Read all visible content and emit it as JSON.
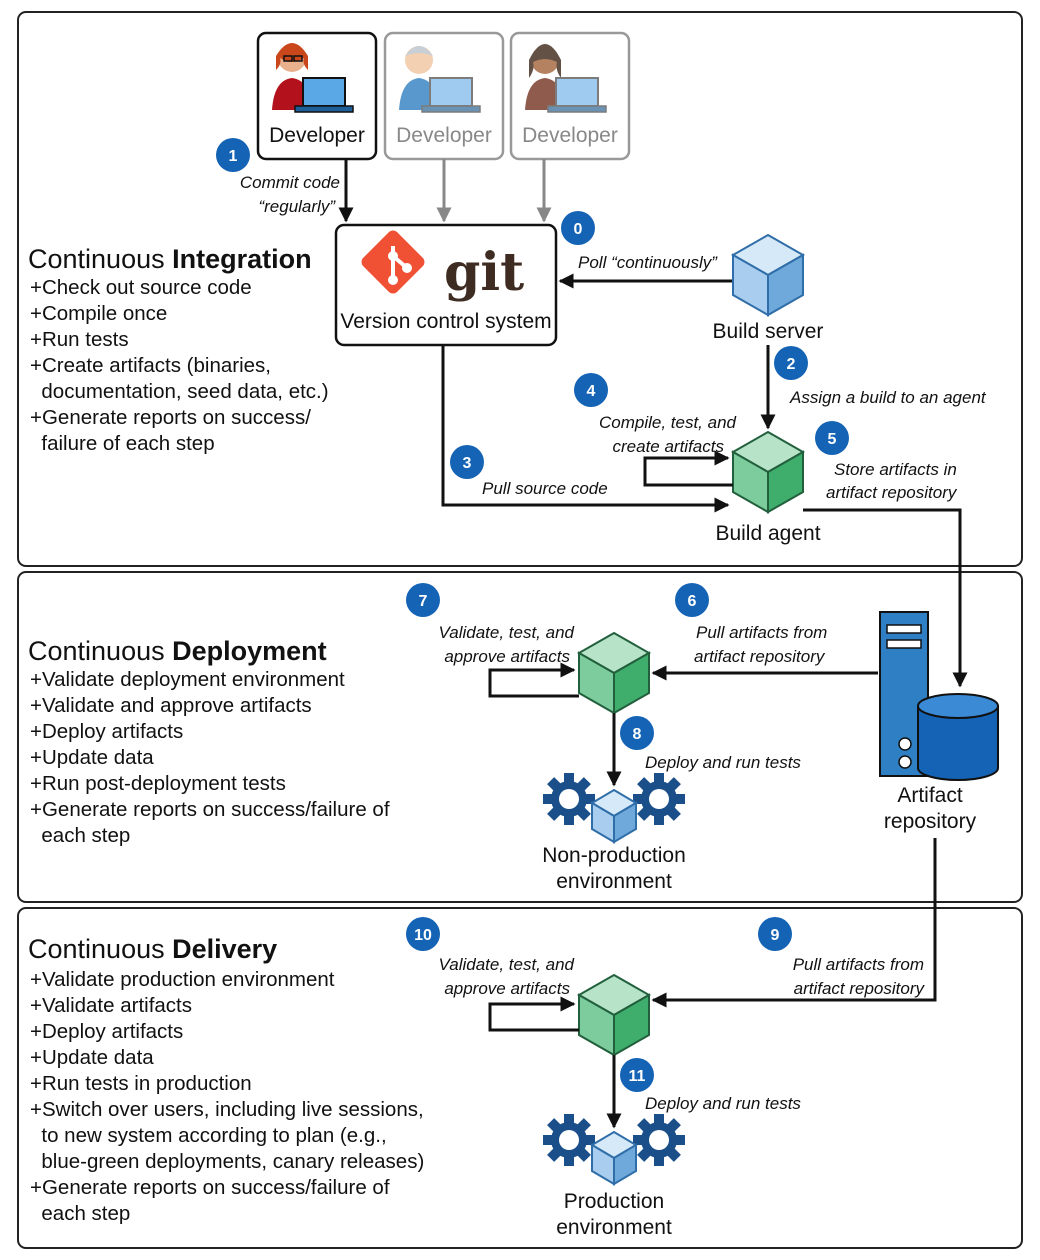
{
  "developers": [
    {
      "label": "Developer"
    },
    {
      "label": "Developer"
    },
    {
      "label": "Developer"
    }
  ],
  "vcs": {
    "logo_text": "git",
    "label": "Version control system"
  },
  "build_server": {
    "label": "Build server"
  },
  "build_agent": {
    "label": "Build agent"
  },
  "artifact_repo": {
    "line1": "Artifact",
    "line2": "repository"
  },
  "nonprod_env": {
    "line1": "Non-production",
    "line2": "environment"
  },
  "prod_env": {
    "line1": "Production",
    "line2": "environment"
  },
  "steps": [
    {
      "n": "0",
      "lines": [
        "Poll “continuously”"
      ]
    },
    {
      "n": "1",
      "lines": [
        "Commit code",
        "“regularly”"
      ]
    },
    {
      "n": "2",
      "lines": [
        "Assign a build to an agent"
      ]
    },
    {
      "n": "3",
      "lines": [
        "Pull source code"
      ]
    },
    {
      "n": "4",
      "lines": [
        "Compile, test, and",
        "create artifacts"
      ]
    },
    {
      "n": "5",
      "lines": [
        "Store artifacts in",
        "artifact repository"
      ]
    },
    {
      "n": "6",
      "lines": [
        "Pull artifacts from",
        "artifact repository"
      ]
    },
    {
      "n": "7",
      "lines": [
        "Validate, test, and",
        "approve artifacts"
      ]
    },
    {
      "n": "8",
      "lines": [
        "Deploy and run tests"
      ]
    },
    {
      "n": "9",
      "lines": [
        "Pull artifacts from",
        "artifact repository"
      ]
    },
    {
      "n": "10",
      "lines": [
        "Validate, test, and",
        "approve artifacts"
      ]
    },
    {
      "n": "11",
      "lines": [
        "Deploy and run tests"
      ]
    }
  ],
  "sections": [
    {
      "heading_plain": "Continuous ",
      "heading_bold": "Integration",
      "items": [
        "+Check out source code",
        "+Compile once",
        "+Run tests",
        "+Create artifacts (binaries,",
        "  documentation, seed data, etc.)",
        "+Generate reports on success/",
        "  failure of each step"
      ]
    },
    {
      "heading_plain": "Continuous ",
      "heading_bold": "Deployment",
      "items": [
        "+Validate deployment environment",
        "+Validate and approve artifacts",
        "+Deploy artifacts",
        "+Update data",
        "+Run post-deployment tests",
        "+Generate reports on success/failure of",
        "  each step"
      ]
    },
    {
      "heading_plain": "Continuous ",
      "heading_bold": "Delivery",
      "items": [
        "+Validate production environment",
        "+Validate artifacts",
        "+Deploy artifacts",
        "+Update data",
        "+Run tests in production",
        "+Switch over users, including live sessions,",
        "  to new system according to plan (e.g.,",
        "  blue-green deployments, canary releases)",
        "+Generate reports on success/failure of",
        "  each step"
      ]
    }
  ],
  "colors": {
    "badge": "#1463b5",
    "cube_blue_top": "#d6e9f8",
    "cube_blue_left": "#a9cdee",
    "cube_blue_right": "#6fa9dc",
    "cube_green_top": "#b7e3c8",
    "cube_green_left": "#7ccc9d",
    "cube_green_right": "#3fae6c",
    "gear": "#1b4f8a",
    "server": "#2f7fc4",
    "git_orange": "#f05033"
  }
}
